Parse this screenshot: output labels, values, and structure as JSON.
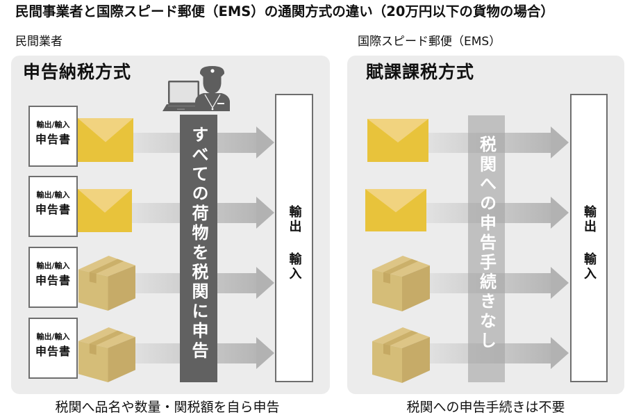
{
  "title": "民間事業者と国際スピード郵便（EMS）の通関方式の違い（20万円以下の貨物の場合）",
  "colors": {
    "panel_bg": "#ececec",
    "dark_bar": "#616161",
    "envelope_body": "#e8c33b",
    "envelope_flap": "#f1d37f",
    "arrow_head": "#b2b2b2",
    "box_border": "#6e6e6e",
    "icon_gray": "#5e5e5e"
  },
  "left": {
    "label": "民間業者",
    "method": "申告納税方式",
    "officer_icon": "customs-officer-with-laptop-icon",
    "docs": [
      {
        "top": "輸出/輸入",
        "bottom": "申告書"
      },
      {
        "top": "輸出/輸入",
        "bottom": "申告書"
      },
      {
        "top": "輸出/輸入",
        "bottom": "申告書"
      },
      {
        "top": "輸出/輸入",
        "bottom": "申告書"
      }
    ],
    "items": [
      "envelope-icon",
      "envelope-icon",
      "package-box-icon",
      "package-box-icon"
    ],
    "bar_text": "すべての荷物を税関に申告",
    "destination": {
      "line1": "輸出",
      "line2": "輸入"
    },
    "caption": "税関へ品名や数量・関税額を自ら申告"
  },
  "right": {
    "label": "国際スピード郵便（EMS）",
    "method": "賦課課税方式",
    "items": [
      "envelope-icon",
      "envelope-icon",
      "package-box-icon",
      "package-box-icon"
    ],
    "bar_text": "税関への申告手続きなし",
    "destination": {
      "line1": "輸出",
      "line2": "輸入"
    },
    "caption": "税関への申告手続きは不要"
  }
}
